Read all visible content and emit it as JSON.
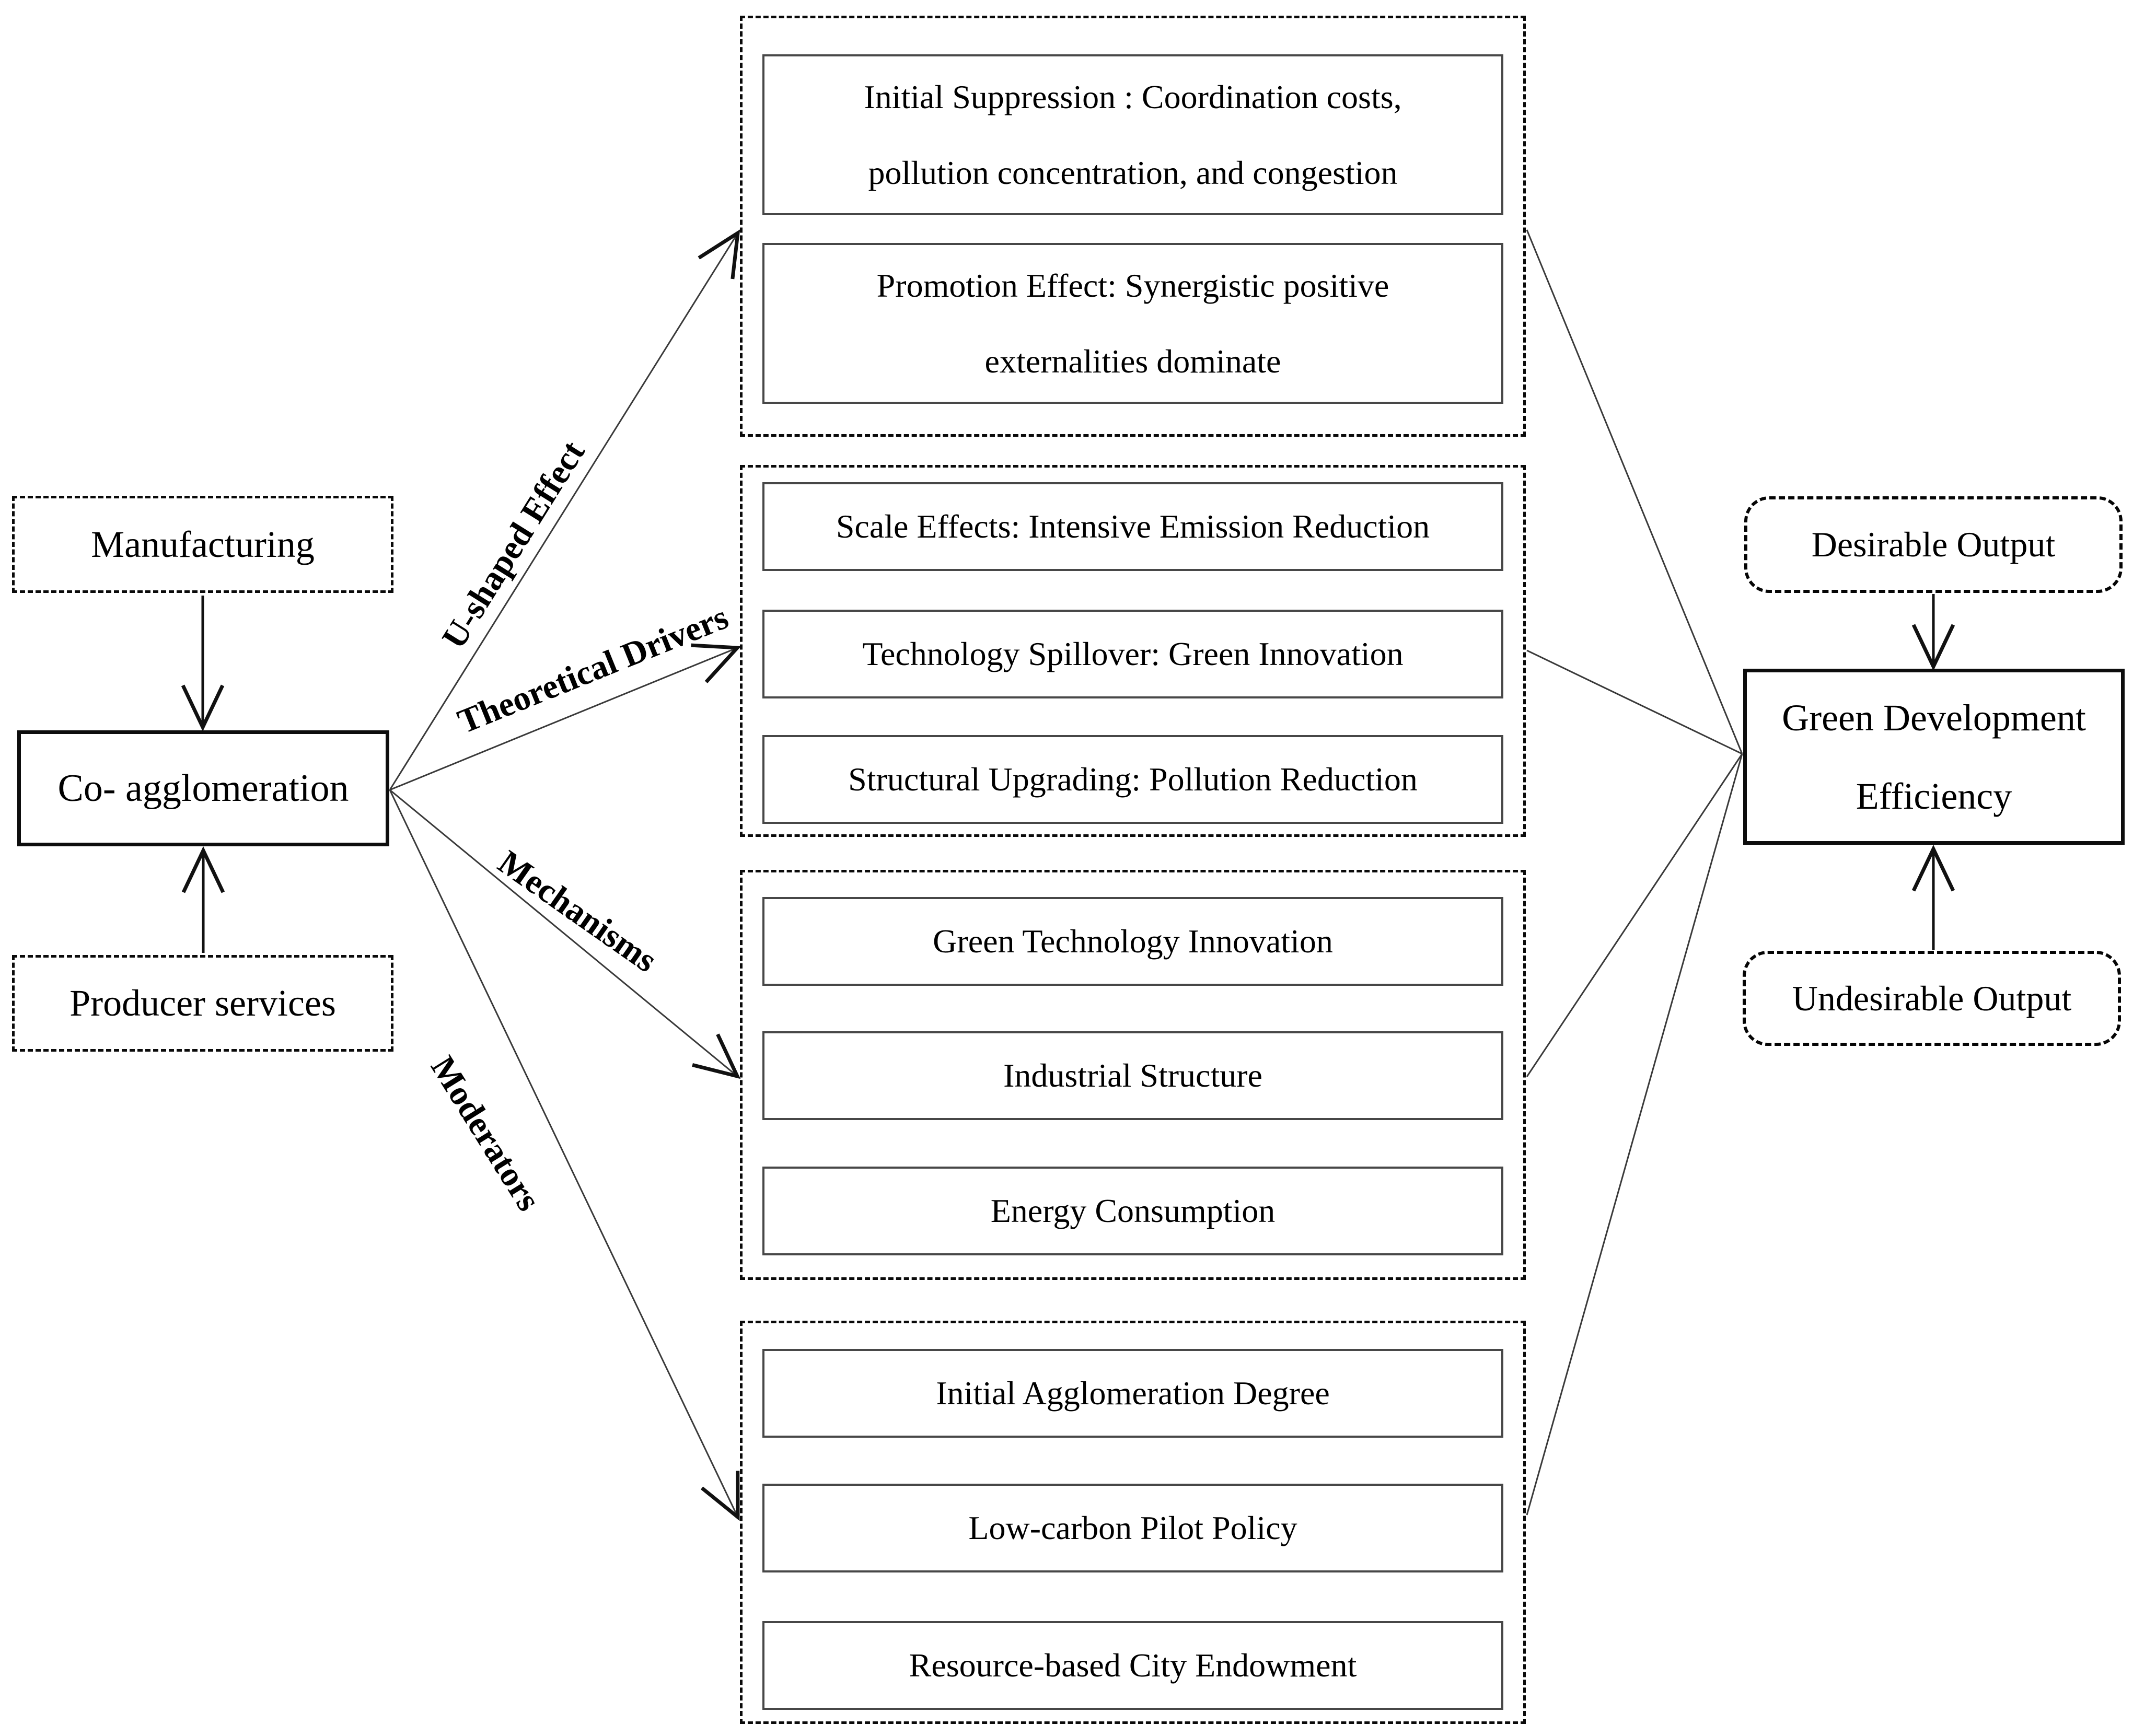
{
  "diagram": {
    "left": {
      "manufacturing": "Manufacturing",
      "co_agglomeration": "Co- agglomeration",
      "producer_services": "Producer services"
    },
    "branch_labels": {
      "u_shaped_effect": "U-shaped Effect",
      "theoretical_drivers": "Theoretical Drivers",
      "mechanisms": "Mechanisms",
      "moderators": "Moderators"
    },
    "u_shaped_group": {
      "initial_suppression_line1": "Initial Suppression : Coordination costs,",
      "initial_suppression_line2": "pollution concentration, and congestion",
      "promotion_effect_line1": "Promotion Effect: Synergistic positive",
      "promotion_effect_line2": "externalities dominate"
    },
    "drivers_group": {
      "items": [
        "Scale Effects: Intensive Emission Reduction",
        "Technology Spillover: Green Innovation",
        "Structural Upgrading: Pollution Reduction"
      ]
    },
    "mechanisms_group": {
      "items": [
        "Green Technology Innovation",
        "Industrial Structure",
        "Energy Consumption"
      ]
    },
    "moderators_group": {
      "items": [
        "Initial Agglomeration Degree",
        "Low-carbon Pilot Policy",
        "Resource-based City Endowment"
      ]
    },
    "right": {
      "desirable_output": "Desirable Output",
      "green_development_line1": "Green Development",
      "green_development_line2": "Efficiency",
      "undesirable_output": "Undesirable Output"
    },
    "colors": {
      "line": "#3a3a3a",
      "arrow": "#111111",
      "border": "#0a0a0a"
    }
  }
}
